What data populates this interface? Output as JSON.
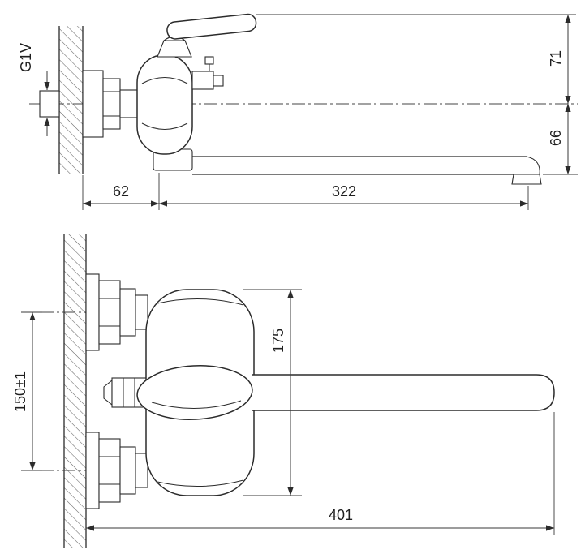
{
  "drawing": {
    "background": "#ffffff",
    "ink_color": "#2b2b2b",
    "hatch_color": "#666666"
  },
  "side_view": {
    "dims": {
      "thread_label": "G1V",
      "handle_height": "71",
      "spout_drop": "66",
      "wall_to_center": "62",
      "spout_reach": "322"
    }
  },
  "front_view": {
    "dims": {
      "body_height": "175",
      "mount_spacing": "150±1",
      "overall_length": "401"
    }
  }
}
